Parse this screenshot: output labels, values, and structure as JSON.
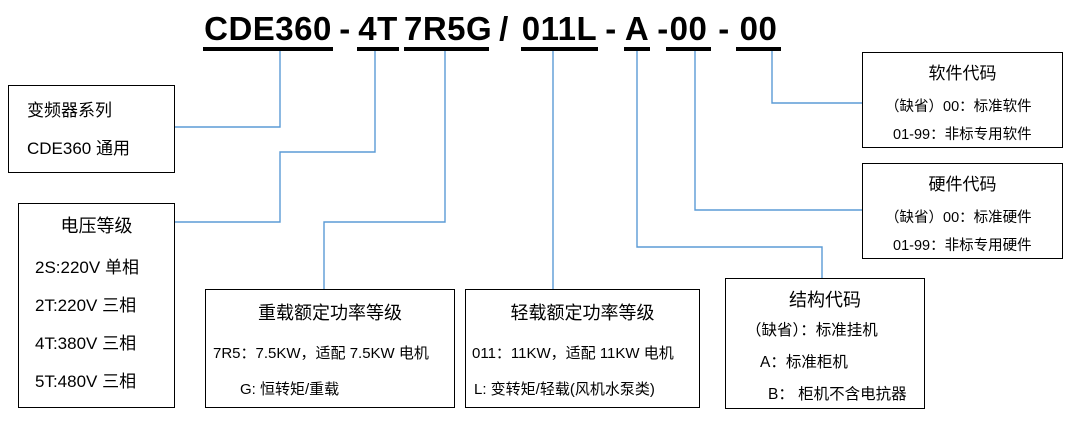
{
  "title": {
    "segments": {
      "series": "CDE360",
      "voltage": "4T",
      "heavy_power": "7R5G",
      "light_power": "011L",
      "structure": "A",
      "hardware": "00",
      "software": "00"
    },
    "separators": {
      "dash1": "-",
      "slash": "/",
      "dash2": "-",
      "dash3": "-",
      "dash4": "-"
    }
  },
  "boxes": {
    "series": {
      "lines": [
        "变频器系列",
        "CDE360  通用"
      ]
    },
    "voltage": {
      "title": "电压等级",
      "lines": [
        "2S:220V 单相",
        "2T:220V 三相",
        "4T:380V 三相",
        "5T:480V 三相"
      ]
    },
    "heavy": {
      "title": "重载额定功率等级",
      "lines": [
        "7R5：7.5KW，适配 7.5KW 电机",
        "G: 恒转矩/重载"
      ]
    },
    "light": {
      "title": "轻载额定功率等级",
      "lines": [
        "011：11KW，适配 11KW 电机",
        "L: 变转矩/轻载(风机水泵类)"
      ]
    },
    "structure": {
      "title": "结构代码",
      "lines": [
        "（缺省）：标准挂机",
        "A：标准柜机",
        "B： 柜机不含电抗器"
      ]
    },
    "software": {
      "title": "软件代码",
      "lines": [
        "（缺省）00：标准软件",
        "01-99：非标专用软件"
      ]
    },
    "hardware": {
      "title": "硬件代码",
      "lines": [
        "（缺省）00：标准硬件",
        "01-99：非标专用硬件"
      ]
    }
  },
  "colors": {
    "connector": "#5B9BD5",
    "border": "#000000",
    "text": "#000000",
    "background": "#FFFFFF"
  }
}
